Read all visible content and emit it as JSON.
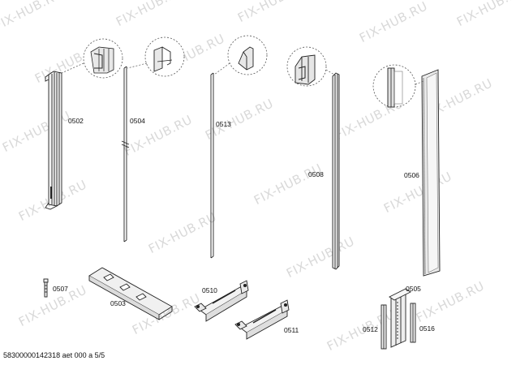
{
  "watermark": "FIX-HUB.RU",
  "footer": "58300000142318 aet 000 a 5/5",
  "labels": {
    "p0502": "0502",
    "p0504": "0504",
    "p0513": "0513",
    "p0508": "0508",
    "p0506": "0506",
    "p0507": "0507",
    "p0503": "0503",
    "p0510": "0510",
    "p0511": "0511",
    "p0505": "0505",
    "p0512": "0512",
    "p0516": "0516"
  }
}
